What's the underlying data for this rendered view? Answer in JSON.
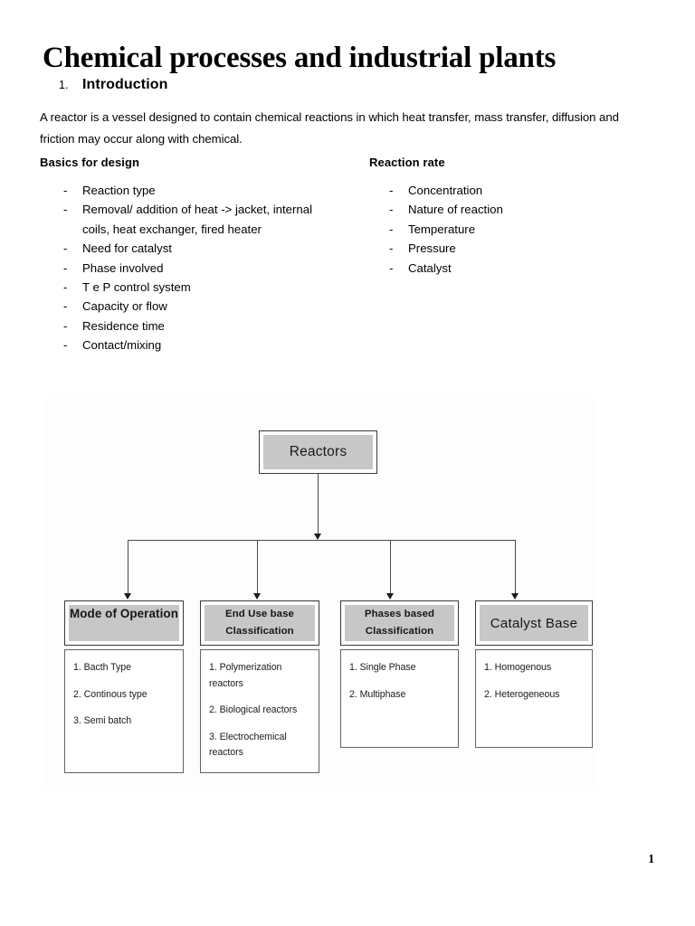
{
  "document": {
    "title": "Chemical processes and industrial plants",
    "section": {
      "number": "1.",
      "title": "Introduction"
    },
    "paragraph": "A reactor is a vessel designed to contain chemical reactions in which heat transfer, mass transfer, diffusion and friction may occur along with chemical.",
    "page_number": "1"
  },
  "lists": {
    "left": {
      "heading": "Basics for design",
      "bullet": "-",
      "items": [
        "Reaction type",
        "Removal/ addition of heat -> jacket, internal coils, heat exchanger, fired heater",
        "Need for catalyst",
        "Phase involved",
        "T e P control system",
        "Capacity or flow",
        "Residence time",
        "Contact/mixing"
      ]
    },
    "right": {
      "heading": "Reaction rate",
      "bullet": "-",
      "items": [
        "Concentration",
        "Nature of reaction",
        "Temperature",
        "Pressure",
        "Catalyst"
      ]
    }
  },
  "diagram": {
    "root": {
      "label": "Reactors"
    },
    "branches": [
      {
        "header": "Mode of Operation",
        "header_lines": [
          "Mode of Operation"
        ],
        "items": [
          "1. Bacth Type",
          "2. Continous type",
          "3. Semi batch"
        ]
      },
      {
        "header": "End Use base Classification",
        "header_lines": [
          "End Use base",
          "Classification"
        ],
        "items": [
          "1. Polymerization reactors",
          "2. Biological  reactors",
          "3. Electrochemical reactors"
        ]
      },
      {
        "header": "Phases based Classification",
        "header_lines": [
          "Phases based",
          "Classification"
        ],
        "items": [
          "1. Single Phase",
          "2. Multiphase"
        ]
      },
      {
        "header": "Catalyst Base",
        "header_lines": [
          "Catalyst Base"
        ],
        "items": [
          "1. Homogenous",
          "2. Heterogeneous"
        ]
      }
    ]
  },
  "colors": {
    "box_fill": "#c7c7c7",
    "box_border": "#3a3a3a",
    "connector": "#4a4a4a",
    "diagram_background": "#fdfdfd"
  }
}
